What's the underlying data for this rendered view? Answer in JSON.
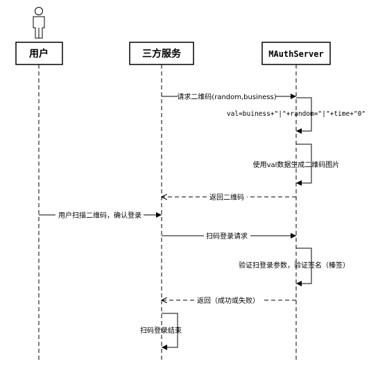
{
  "participants": [
    {
      "id": "user",
      "label": "用户"
    },
    {
      "id": "third",
      "label": "三方服务"
    },
    {
      "id": "auth",
      "label": "MAuthServer"
    }
  ],
  "messages": [
    {
      "text": "请求二维码(random,business)",
      "from": "third",
      "to": "auth",
      "style": "solid"
    },
    {
      "text": "val=buiness+\"|\"+random=\"|\"+time+\"0\"",
      "from": "auth",
      "to": "auth",
      "style": "self"
    },
    {
      "text": "使用val数据生成二维码图片",
      "from": "auth",
      "to": "auth",
      "style": "self"
    },
    {
      "text": "返回二维码",
      "from": "auth",
      "to": "third",
      "style": "dashed"
    },
    {
      "text": "用户扫描二维码，确认登录",
      "from": "user",
      "to": "third",
      "style": "solid"
    },
    {
      "text": "扫码登录请求",
      "from": "third",
      "to": "auth",
      "style": "solid"
    },
    {
      "text": "验证扫登录参数，验证签名（榛签）",
      "from": "auth",
      "to": "auth",
      "style": "self"
    },
    {
      "text": "返回（成功或失败）",
      "from": "auth",
      "to": "third",
      "style": "dashed"
    },
    {
      "text": "扫码登录结束",
      "from": "third",
      "to": "third",
      "style": "self"
    }
  ]
}
